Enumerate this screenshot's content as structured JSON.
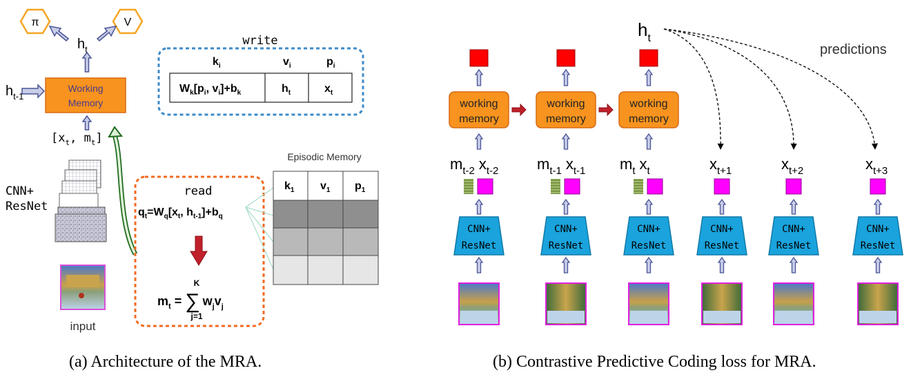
{
  "panel_a": {
    "caption": "(a)  Architecture of the MRA.",
    "policy": "π",
    "value": "V",
    "ht": {
      "base": "h",
      "sub": "t"
    },
    "htm1": {
      "base": "h",
      "sub": "t-1"
    },
    "working_memory": {
      "line1": "Working",
      "line2": "Memory"
    },
    "concat": {
      "open": "[x",
      "s1": "t",
      "mid": ",  m",
      "s2": "t",
      "close": "]"
    },
    "cnn": {
      "line1": "CNN+",
      "line2": "ResNet"
    },
    "input": "input",
    "write": {
      "label": "write",
      "headers": [
        {
          "b": "k",
          "s": "i"
        },
        {
          "b": "v",
          "s": "i"
        },
        {
          "b": "p",
          "s": "i"
        }
      ],
      "cell_k": {
        "a": "W",
        "as": "k",
        "b": "[p",
        "bs": "i",
        "c": ", v",
        "cs": "i",
        "d": "]+b",
        "ds": "k"
      },
      "cell_v": {
        "b": "h",
        "s": "t"
      },
      "cell_p": {
        "b": "x",
        "s": "t"
      }
    },
    "read": {
      "label": "read",
      "q": {
        "a": "q",
        "as": "t",
        "b": "=W",
        "bs": "q",
        "c": "[x",
        "cs": "t",
        "d": ", h",
        "ds": "t-1",
        "e": "]+b",
        "es": "q"
      },
      "m": {
        "a": "m",
        "as": "t",
        "b": " = ",
        "c": "w",
        "cs": "j",
        "d": "v",
        "ds": "j"
      },
      "sum_top": "K",
      "sum_bottom": "j=1",
      "sigma": "∑"
    },
    "episodic": {
      "title": "Episodic Memory",
      "headers": [
        {
          "b": "k",
          "s": "1"
        },
        {
          "b": "v",
          "s": "1"
        },
        {
          "b": "p",
          "s": "1"
        }
      ],
      "row_colors": [
        "#8f8f8f",
        "#b9b9b9",
        "#e6e6e6"
      ]
    }
  },
  "panel_b": {
    "caption": "(b)  Contrastive Predictive Coding loss for MRA.",
    "ht": {
      "base": "h",
      "sub": "t"
    },
    "predictions": "predictions",
    "working_memory": {
      "line1": "working",
      "line2": "memory"
    },
    "cnn": {
      "line1": "CNN+",
      "line2": "ResNet"
    },
    "columns": [
      {
        "m": {
          "b": "m",
          "s": "t-2"
        },
        "x": {
          "b": "x",
          "s": "t-2"
        }
      },
      {
        "m": {
          "b": "m",
          "s": "t-1"
        },
        "x": {
          "b": "x",
          "s": "t-1"
        }
      },
      {
        "m": {
          "b": "m",
          "s": "t"
        },
        "x": {
          "b": "x",
          "s": "t"
        }
      },
      {
        "x": {
          "b": "x",
          "s": "t+1"
        }
      },
      {
        "x": {
          "b": "x",
          "s": "t+2"
        }
      },
      {
        "x": {
          "b": "x",
          "s": "t+3"
        }
      }
    ]
  },
  "colors": {
    "orange": "#f7931e",
    "orange_dark": "#e0761a",
    "blue": "#1aa3dc",
    "magenta": "#ff00ff",
    "red": "#ff0000",
    "dotted_blue": "#3d8bc9",
    "dotted_orange": "#f26a21",
    "green_arrow": "#2e8b2e",
    "arrow_fill": "#c8cde8",
    "arrow_stroke": "#4a5496",
    "hexagon": "#f5a623"
  }
}
